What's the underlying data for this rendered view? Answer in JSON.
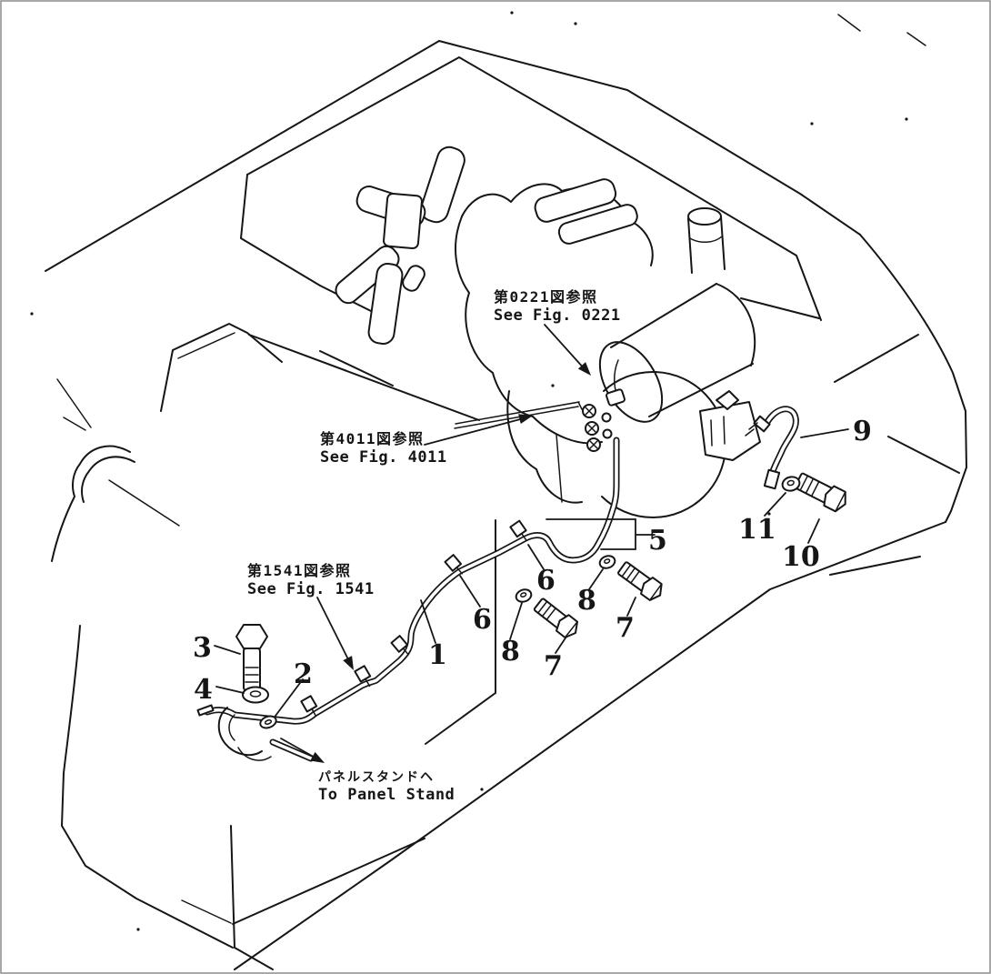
{
  "figure": {
    "bg_color": "#ffffff",
    "line_color": "#161616",
    "border_color": "#8c8c8c",
    "annotations": {
      "fig0221": {
        "jp": "第0221図参照",
        "en": "See Fig. 0221"
      },
      "fig4011": {
        "jp": "第4011図参照",
        "en": "See Fig. 4011"
      },
      "fig1541": {
        "jp": "第1541図参照",
        "en": "See Fig. 1541"
      },
      "panel_stand": {
        "jp": "パネルスタンドヘ",
        "en": "To Panel Stand"
      }
    },
    "callouts": {
      "c1": "1",
      "c2": "2",
      "c3": "3",
      "c4": "4",
      "c5": "5",
      "c6a": "6",
      "c6b": "6",
      "c7a": "7",
      "c7b": "7",
      "c8a": "8",
      "c8b": "8",
      "c9": "9",
      "c10": "10",
      "c11": "11"
    }
  }
}
